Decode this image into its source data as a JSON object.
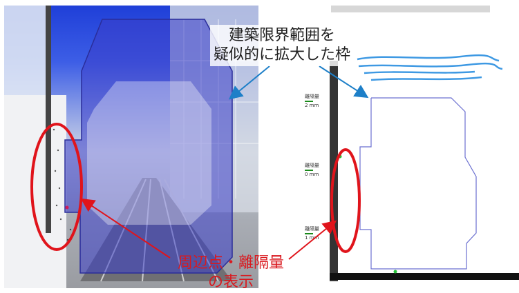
{
  "annotations": {
    "top_line1": "建築限界範囲を",
    "top_line2": "疑似的に拡大した枠",
    "bottom_line1": "周辺点・離隔量",
    "bottom_line2": "の表示"
  },
  "gauges": [
    {
      "label": "離隔量",
      "value": "2 mm"
    },
    {
      "label": "離隔量",
      "value": "0 mm"
    },
    {
      "label": "離隔量",
      "value": "1 mm"
    }
  ],
  "colors": {
    "frame_fill": "#3a3ec8",
    "highlight": "#e0141b",
    "arrow": "#1d7fc8",
    "gauge": "#1a8a1a"
  }
}
